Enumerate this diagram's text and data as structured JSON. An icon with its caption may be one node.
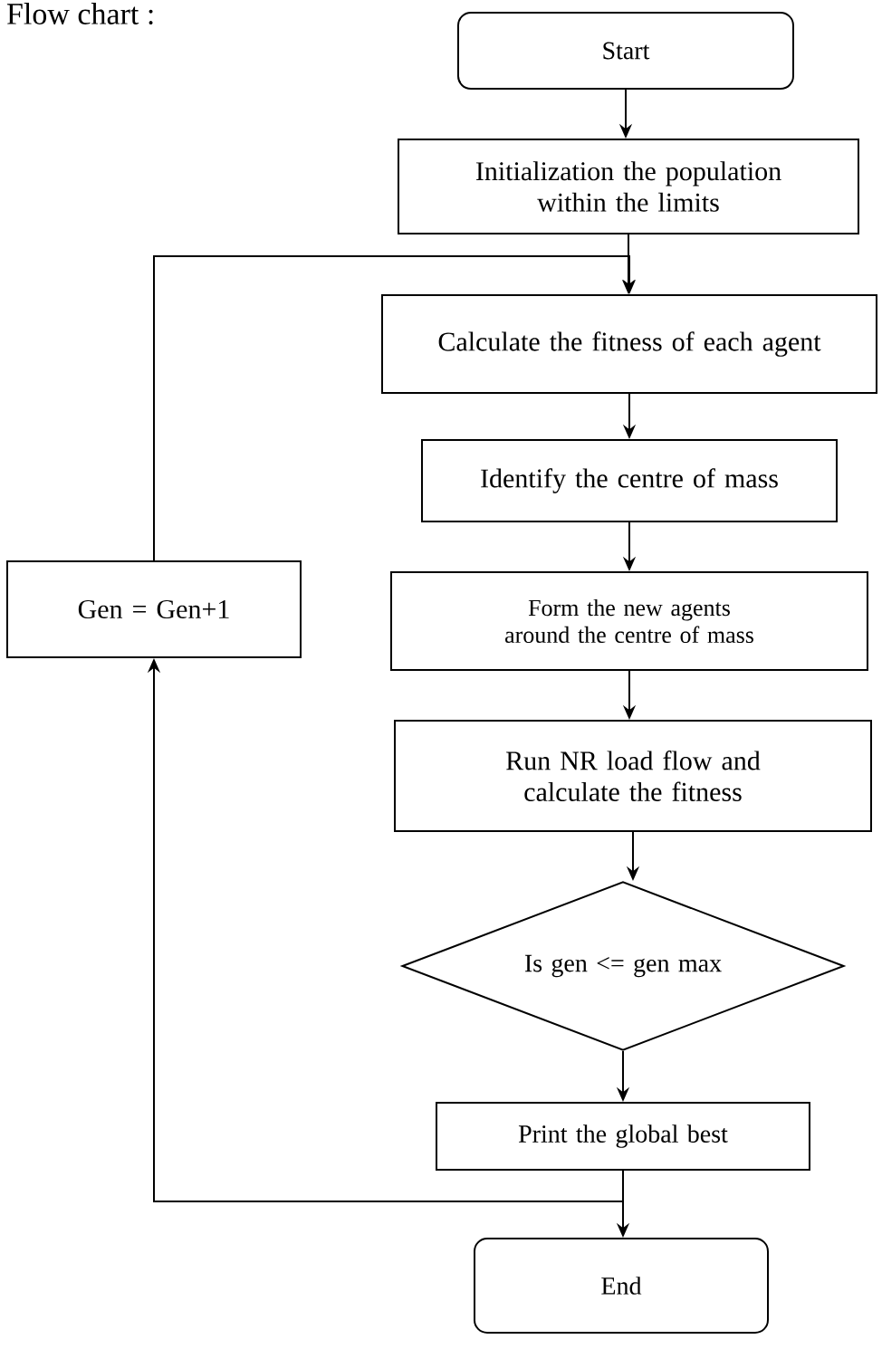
{
  "diagram": {
    "title": "Flow chart :",
    "nodes": [
      {
        "text": [
          "Start"
        ]
      },
      {
        "text": [
          "Initialization the population within the limits"
        ]
      },
      {
        "text": [
          "Calculate the fitness of each agent"
        ]
      },
      {
        "text": [
          "Identify the centre of mass"
        ]
      },
      {
        "text": [
          "Form the new agents around the centre of mass"
        ]
      },
      {
        "text": [
          "Run NR load flow and calculate the fitness"
        ]
      },
      {
        "text": [
          "Is  gen <= gen max"
        ]
      },
      {
        "text": [
          "Print the global best"
        ]
      },
      {
        "text": [
          "End"
        ]
      },
      {
        "text": [
          "Gen = Gen+1"
        ]
      }
    ],
    "edges": [
      {
        "from": 0,
        "to": 1,
        "arrow": "to"
      },
      {
        "from": 1,
        "to": 2,
        "arrow": "to"
      },
      {
        "from": 2,
        "to": 3,
        "arrow": "to"
      },
      {
        "from": 3,
        "to": 4,
        "arrow": "to"
      },
      {
        "from": 4,
        "to": 5,
        "arrow": "to"
      },
      {
        "from": 5,
        "to": 6,
        "arrow": "to"
      },
      {
        "from": 6,
        "to": 7,
        "arrow": "to"
      },
      {
        "from": 7,
        "to": 8,
        "arrow": "to"
      },
      {
        "from": 7,
        "to": 9,
        "arrow": "to"
      },
      {
        "from": 9,
        "to": 2,
        "arrow": "to"
      }
    ]
  }
}
